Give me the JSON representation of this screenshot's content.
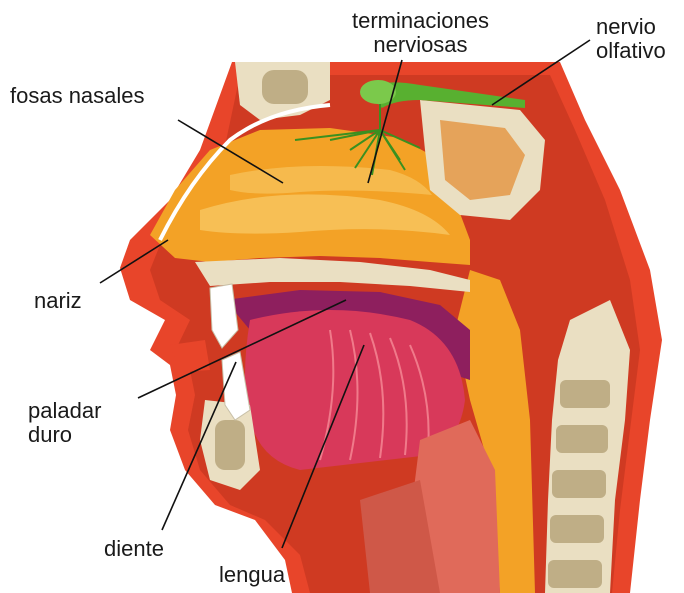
{
  "labels": {
    "fosas_nasales": "fosas nasales",
    "terminaciones_l1": "terminaciones",
    "terminaciones_l2": "nerviosas",
    "nervio_l1": "nervio",
    "nervio_l2": "olfativo",
    "nariz": "nariz",
    "paladar_l1": "paladar",
    "paladar_l2": "duro",
    "diente": "diente",
    "lengua": "lengua"
  },
  "colors": {
    "skin": "#e8452a",
    "skin_dark": "#b8281a",
    "nasal_cavity": "#f3a226",
    "nasal_light": "#f7c45e",
    "bone": "#eadfc2",
    "bone_dark": "#bfae86",
    "nerve": "#58b030",
    "tongue": "#d8395a",
    "mouth": "#8e1f5e",
    "muscle": "#e06a5a",
    "leader_line": "#111111"
  }
}
